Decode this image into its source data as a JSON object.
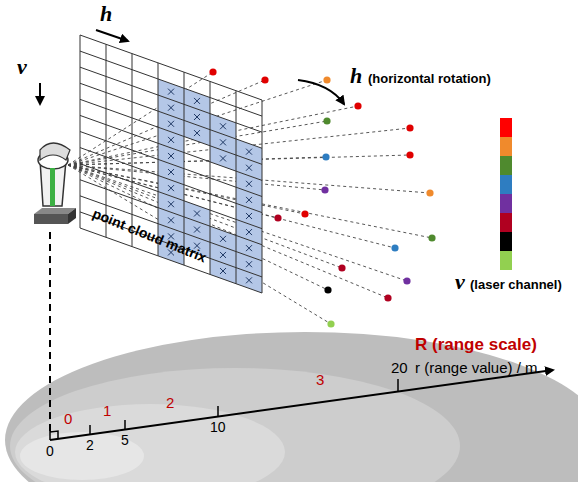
{
  "diagram": {
    "labels": [
      "h",
      "v",
      "h",
      "(horizontal rotation)",
      "point cloud matrix",
      "v",
      "(laser channel)",
      "R (range scale)",
      "20",
      "r (range value) / m",
      "0",
      "2",
      "5",
      "10",
      "0",
      "1",
      "2",
      "3"
    ]
  }
}
